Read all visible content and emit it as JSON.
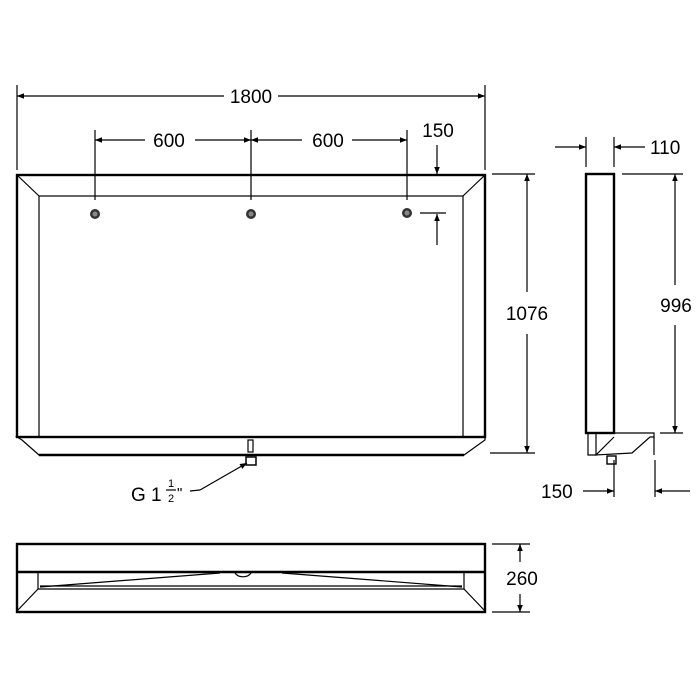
{
  "dimensions": {
    "overall_width": "1800",
    "spacing_left": "600",
    "spacing_right": "600",
    "top_offset": "150",
    "front_height": "1076",
    "depth": "110",
    "side_height": "996",
    "projection": "150",
    "bottom_depth": "260"
  },
  "drain_label": {
    "main": "G 1",
    "num": "1",
    "den": "2",
    "suffix": "\""
  }
}
